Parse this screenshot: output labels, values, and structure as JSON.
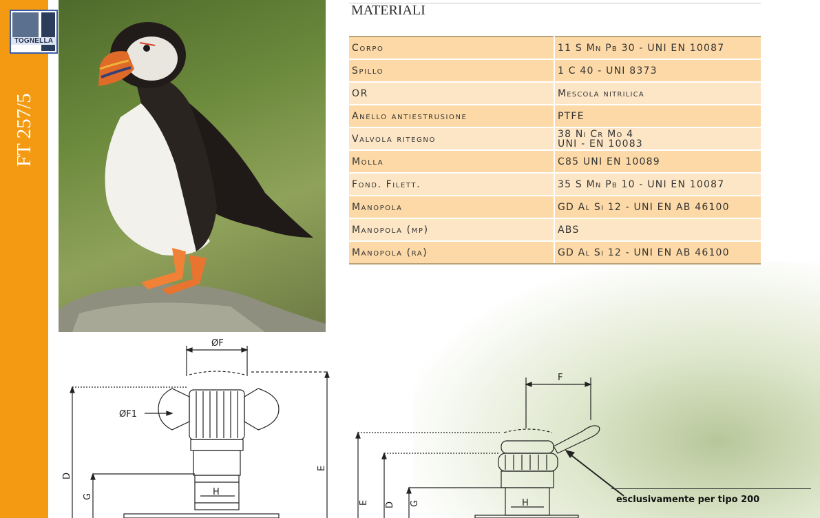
{
  "header": {
    "logo_text": "TOGNELLA",
    "code": "FT 257/5",
    "section_title": "MATERIALI"
  },
  "materials": [
    {
      "name": "Corpo",
      "value": "11 S Mn Pb 30 - UNI EN 10087"
    },
    {
      "name": "Spillo",
      "value": "1 C 40 - UNI 8373"
    },
    {
      "name": "OR",
      "value": "Mescola nitrilica"
    },
    {
      "name": "Anello antiestrusione",
      "value": "PTFE"
    },
    {
      "name": "Valvola ritegno",
      "value": "38 Ni Cr Mo 4",
      "value2": "UNI - EN 10083"
    },
    {
      "name": "Molla",
      "value": "C85 UNI EN 10089"
    },
    {
      "name": "Fond. Filett.",
      "value": "35 S Mn Pb 10 - UNI EN 10087"
    },
    {
      "name": "Manopola",
      "value": "GD Al Si 12 - UNI EN AB 46100"
    },
    {
      "name": "Manopola (mp)",
      "value": "ABS"
    },
    {
      "name": "Manopola (ra)",
      "value": "GD Al Si 12 - UNI EN AB 46100"
    }
  ],
  "drawing_left": {
    "labels": {
      "phi_f": "ØF",
      "phi_f1": "ØF1",
      "d": "D",
      "e": "E",
      "g": "G",
      "h": "H"
    }
  },
  "drawing_right": {
    "labels": {
      "f": "F",
      "e": "E",
      "d": "D",
      "g": "G",
      "h": "H"
    },
    "note": "esclusivamente per tipo 200"
  },
  "colors": {
    "accent": "#f39a12",
    "row_odd": "#fcd9a6",
    "row_even": "#fde6c6"
  }
}
